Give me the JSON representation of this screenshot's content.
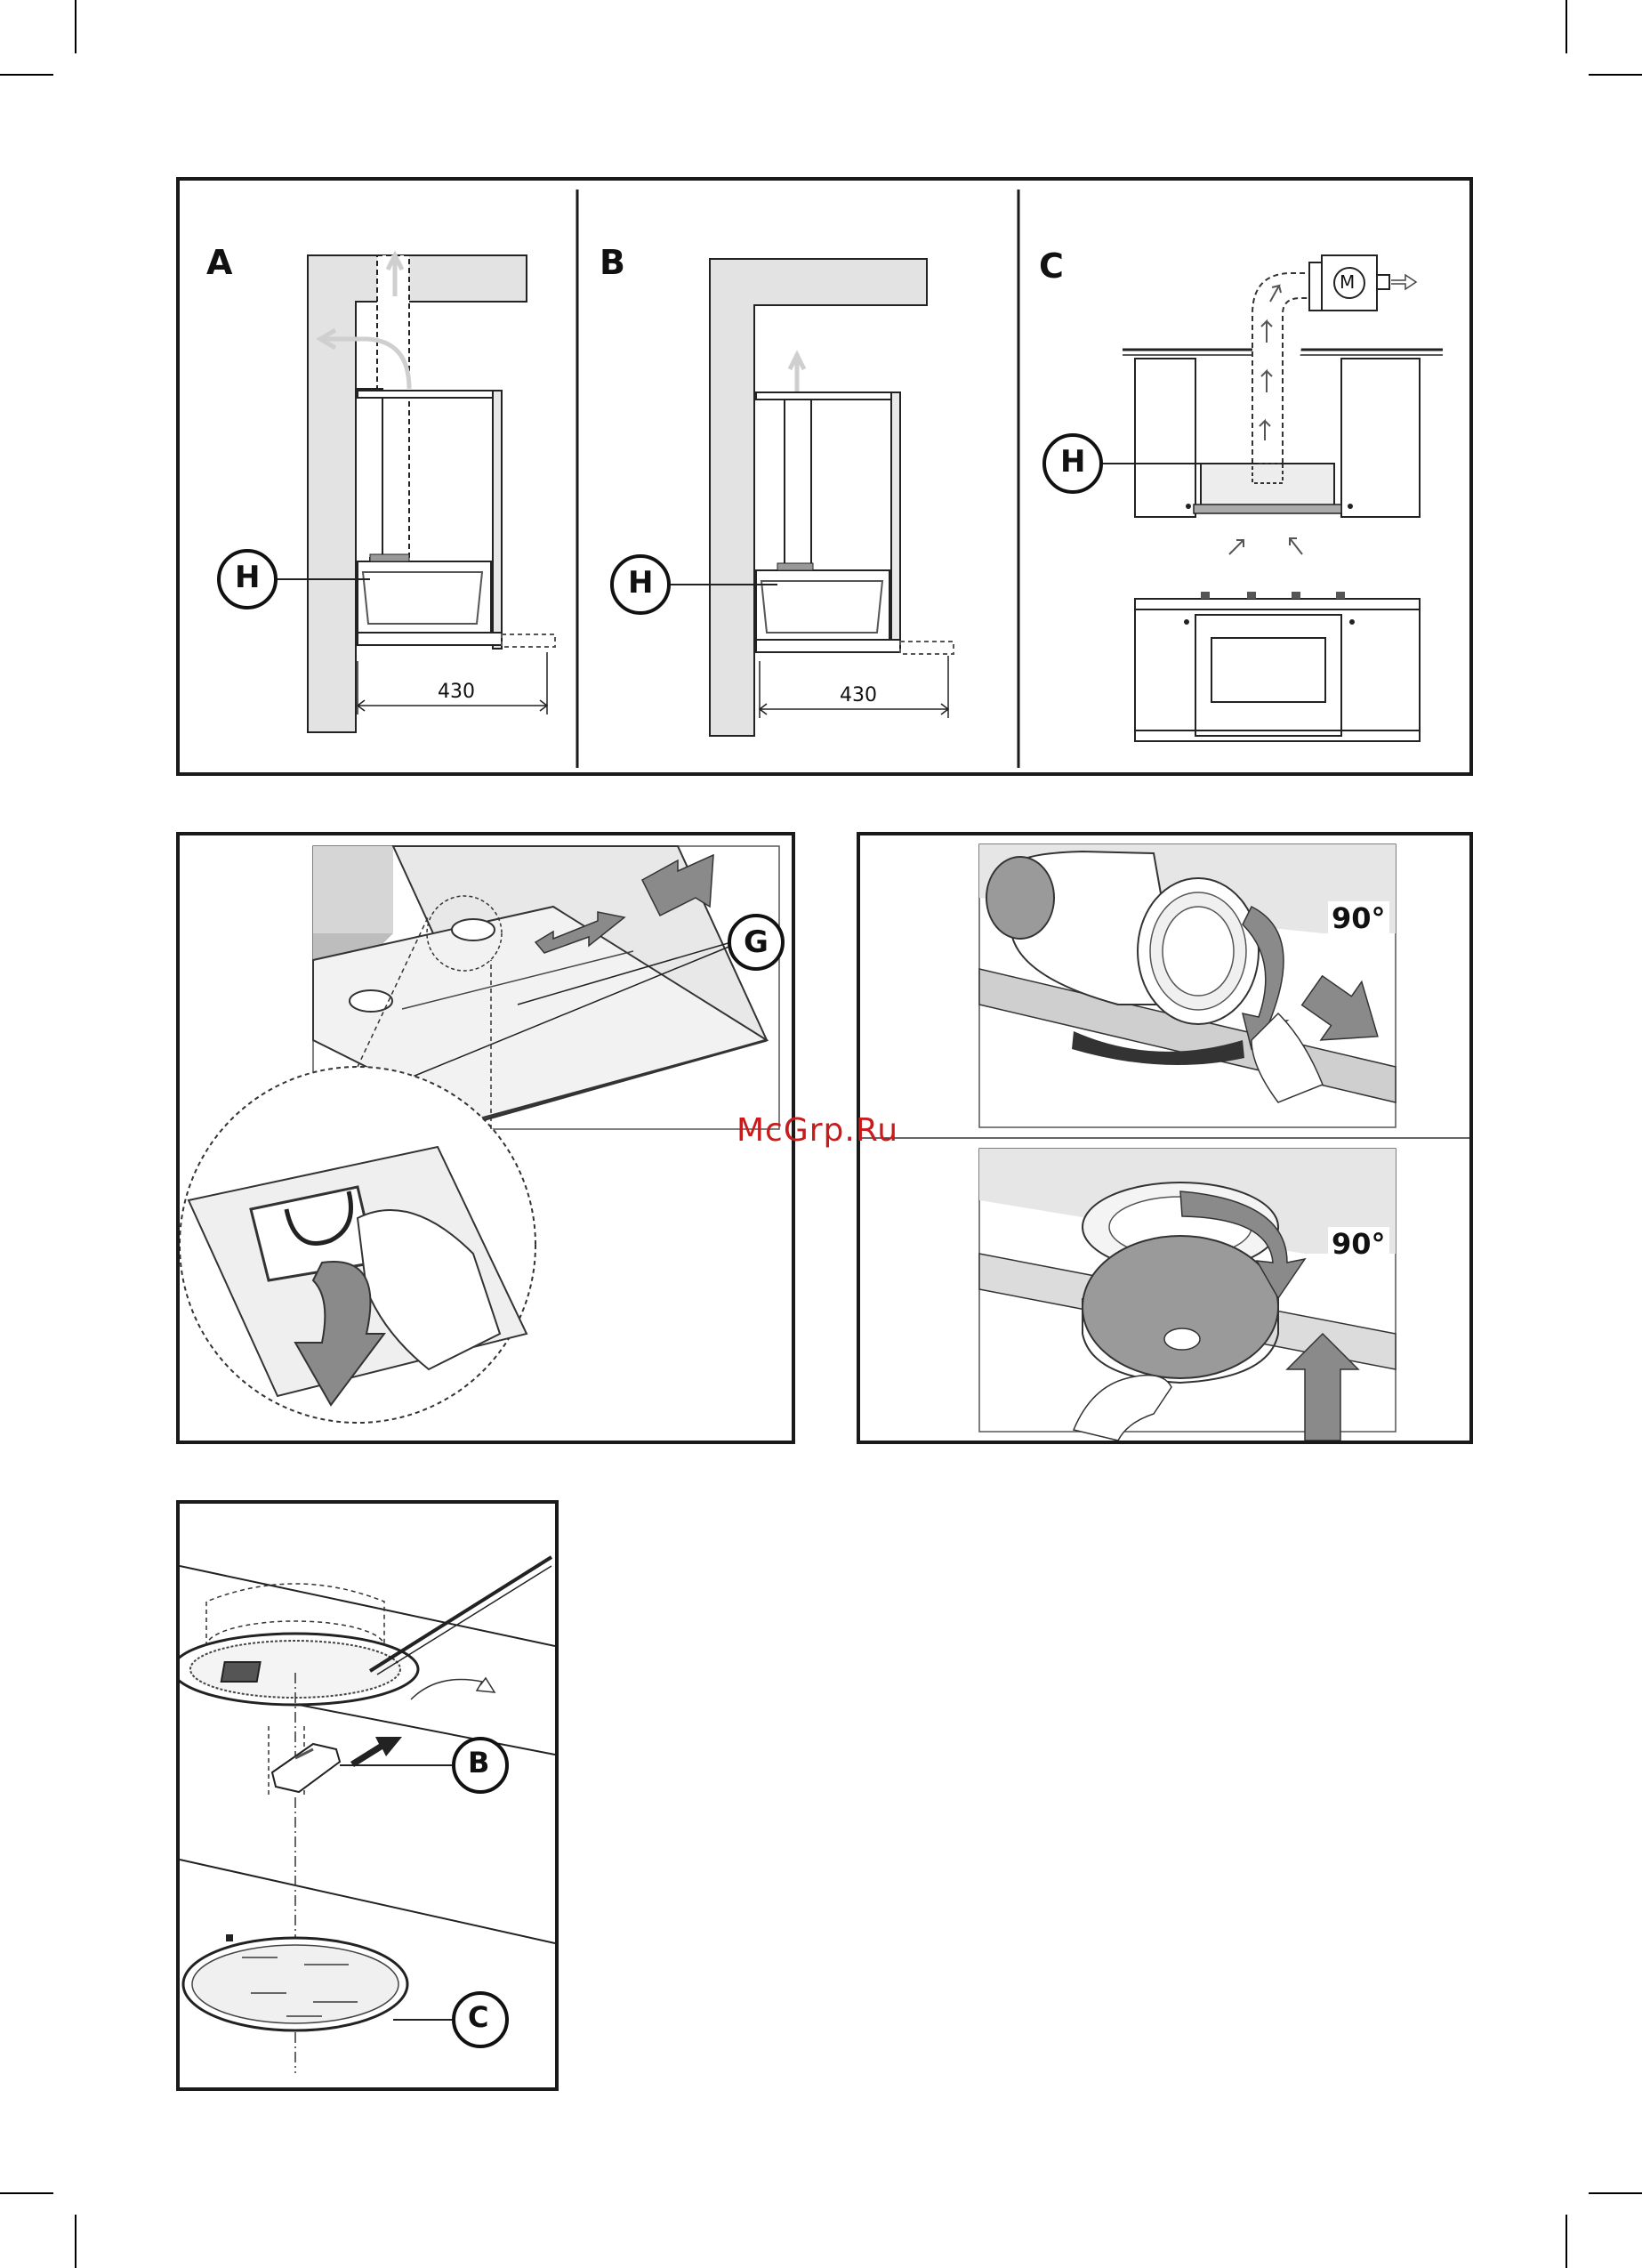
{
  "watermark": "McGrp.Ru",
  "figure1": {
    "panels": [
      {
        "letter": "A",
        "callout": "H",
        "dimension": "430"
      },
      {
        "letter": "B",
        "callout": "H",
        "dimension": "430"
      },
      {
        "letter": "C",
        "callout": "H",
        "motor": "M"
      }
    ]
  },
  "figure2": {
    "callout": "G"
  },
  "figure3": {
    "angle_top": "90°",
    "angle_bottom": "90°"
  },
  "figure4": {
    "callout_b": "B",
    "callout_c": "C"
  }
}
